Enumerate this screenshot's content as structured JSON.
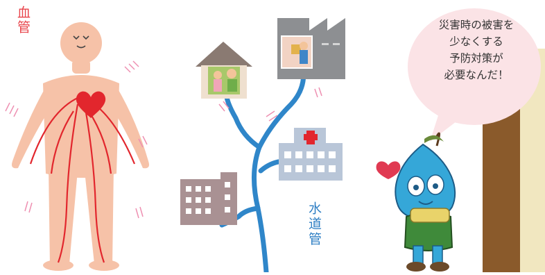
{
  "labels": {
    "blood_vessel": "血管",
    "water_pipe": "水道管"
  },
  "speech_bubble": {
    "lines": [
      "災害時の被害を",
      "少なくする",
      "予防対策が",
      "必要なんだ！"
    ]
  },
  "colors": {
    "skin": "#f6c2a8",
    "vessel_red": "#e2262d",
    "heart": "#e2262d",
    "pipe_blue": "#2f86c9",
    "bubble_pink": "#fbe3e6",
    "post_brown": "#8a5a2b",
    "panel_cream": "#f4ecc9"
  },
  "icons": [
    "heart-icon",
    "house-icon",
    "factory-icon",
    "hospital-icon",
    "building-icon",
    "mascot-character"
  ]
}
